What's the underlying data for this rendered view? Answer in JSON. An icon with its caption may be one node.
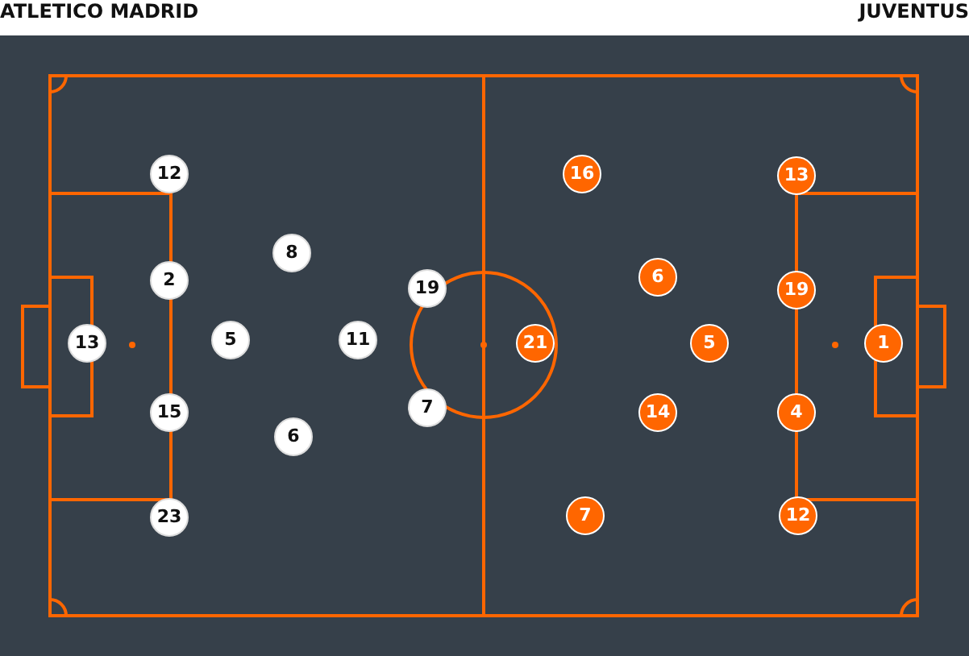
{
  "diagram": {
    "nodes": [
      {
        "text": [
          "13"
        ]
      },
      {
        "text": [
          "12"
        ]
      },
      {
        "text": [
          "2"
        ]
      },
      {
        "text": [
          "15"
        ]
      },
      {
        "text": [
          "23"
        ]
      },
      {
        "text": [
          "5"
        ]
      },
      {
        "text": [
          "8"
        ]
      },
      {
        "text": [
          "6"
        ]
      },
      {
        "text": [
          "11"
        ]
      },
      {
        "text": [
          "19"
        ]
      },
      {
        "text": [
          "7"
        ]
      },
      {
        "text": [
          "21"
        ]
      },
      {
        "text": [
          "16"
        ]
      },
      {
        "text": [
          "7"
        ]
      },
      {
        "text": [
          "6"
        ]
      },
      {
        "text": [
          "14"
        ]
      },
      {
        "text": [
          "5"
        ]
      },
      {
        "text": [
          "13"
        ]
      },
      {
        "text": [
          "19"
        ]
      },
      {
        "text": [
          "4"
        ]
      },
      {
        "text": [
          "12"
        ]
      },
      {
        "text": [
          "1"
        ]
      }
    ],
    "labels": [
      "ATLETICO MADRID",
      "JUVENTUS"
    ]
  }
}
